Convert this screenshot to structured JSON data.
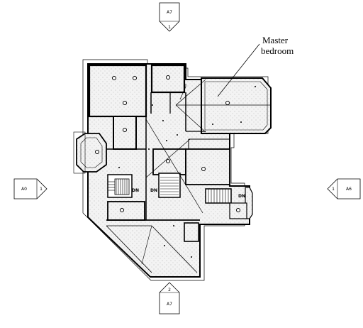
{
  "callout": {
    "line1": "Master",
    "line2": "bedroom"
  },
  "elevation_markers": {
    "top": {
      "sheet": "A7",
      "number": "1"
    },
    "left": {
      "sheet": "A0",
      "number": "1"
    },
    "right": {
      "sheet": "A6",
      "number": "1"
    },
    "bottom": {
      "sheet": "A7",
      "number": "2"
    }
  },
  "stair_tags": [
    "DN",
    "DN",
    "DN"
  ],
  "colors": {
    "line": "#000000",
    "fill": "#eeeeee",
    "background": "#ffffff"
  }
}
